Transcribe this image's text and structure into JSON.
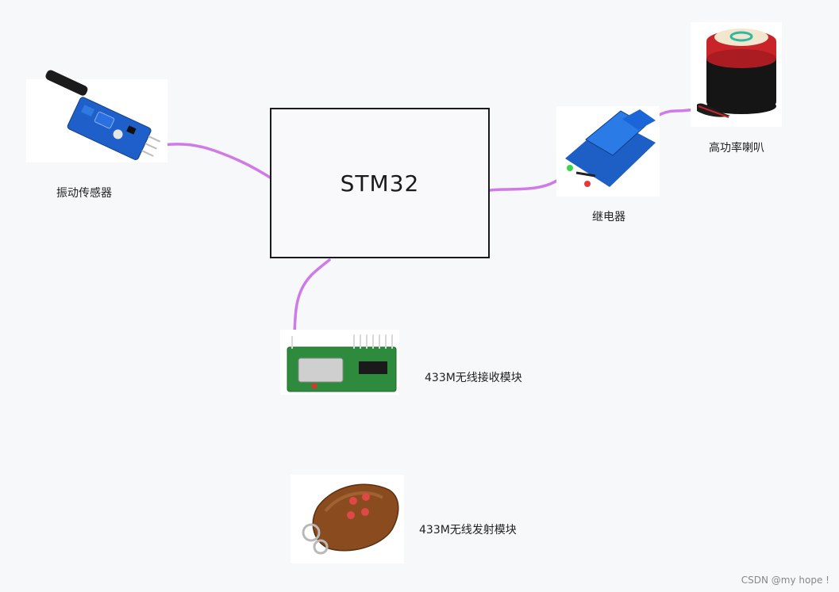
{
  "diagram": {
    "center_block": {
      "label": "STM32"
    },
    "components": {
      "vibration_sensor": {
        "label": "振动传感器"
      },
      "relay": {
        "label": "继电器"
      },
      "speaker": {
        "label": "高功率喇叭"
      },
      "receiver": {
        "label": "433M无线接收模块"
      },
      "transmitter": {
        "label": "433M无线发射模块"
      }
    },
    "wire_color": "#d07ae8"
  },
  "watermark": "CSDN @my hope !"
}
